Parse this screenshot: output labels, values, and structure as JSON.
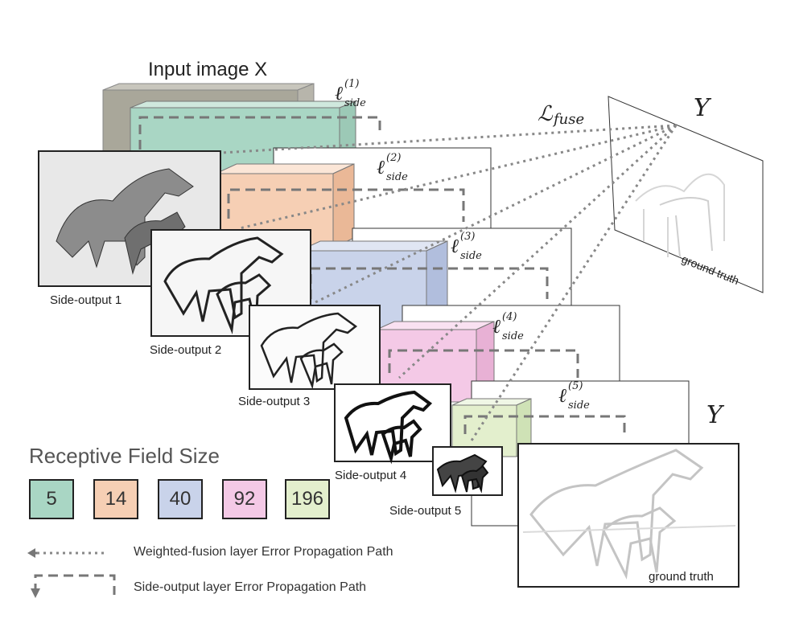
{
  "title": "Input image X",
  "symbols": {
    "l_side": "ℓ",
    "side_sub": "side",
    "fuse_L": "ℒ",
    "fuse_sub": "fuse",
    "Y_top": "Y",
    "Y_bottom": "Y"
  },
  "side_loss_indices": [
    "(1)",
    "(2)",
    "(3)",
    "(4)",
    "(5)"
  ],
  "side_outputs": [
    "Side-output 1",
    "Side-output 2",
    "Side-output 3",
    "Side-output 4",
    "Side-output 5"
  ],
  "ground_truth_labels": [
    "ground truth",
    "ground truth"
  ],
  "legend": {
    "title": "Receptive Field Size",
    "sizes": [
      {
        "value": "5",
        "color": "#a9d6c4"
      },
      {
        "value": "14",
        "color": "#f6cfb4"
      },
      {
        "value": "40",
        "color": "#c9d3ea"
      },
      {
        "value": "92",
        "color": "#f4c9e6"
      },
      {
        "value": "196",
        "color": "#e3efcd"
      }
    ],
    "paths": [
      {
        "style": "dotted",
        "label": "Weighted-fusion layer Error Propagation Path"
      },
      {
        "style": "dashed",
        "label": "Side-output layer Error Propagation Path"
      }
    ]
  }
}
